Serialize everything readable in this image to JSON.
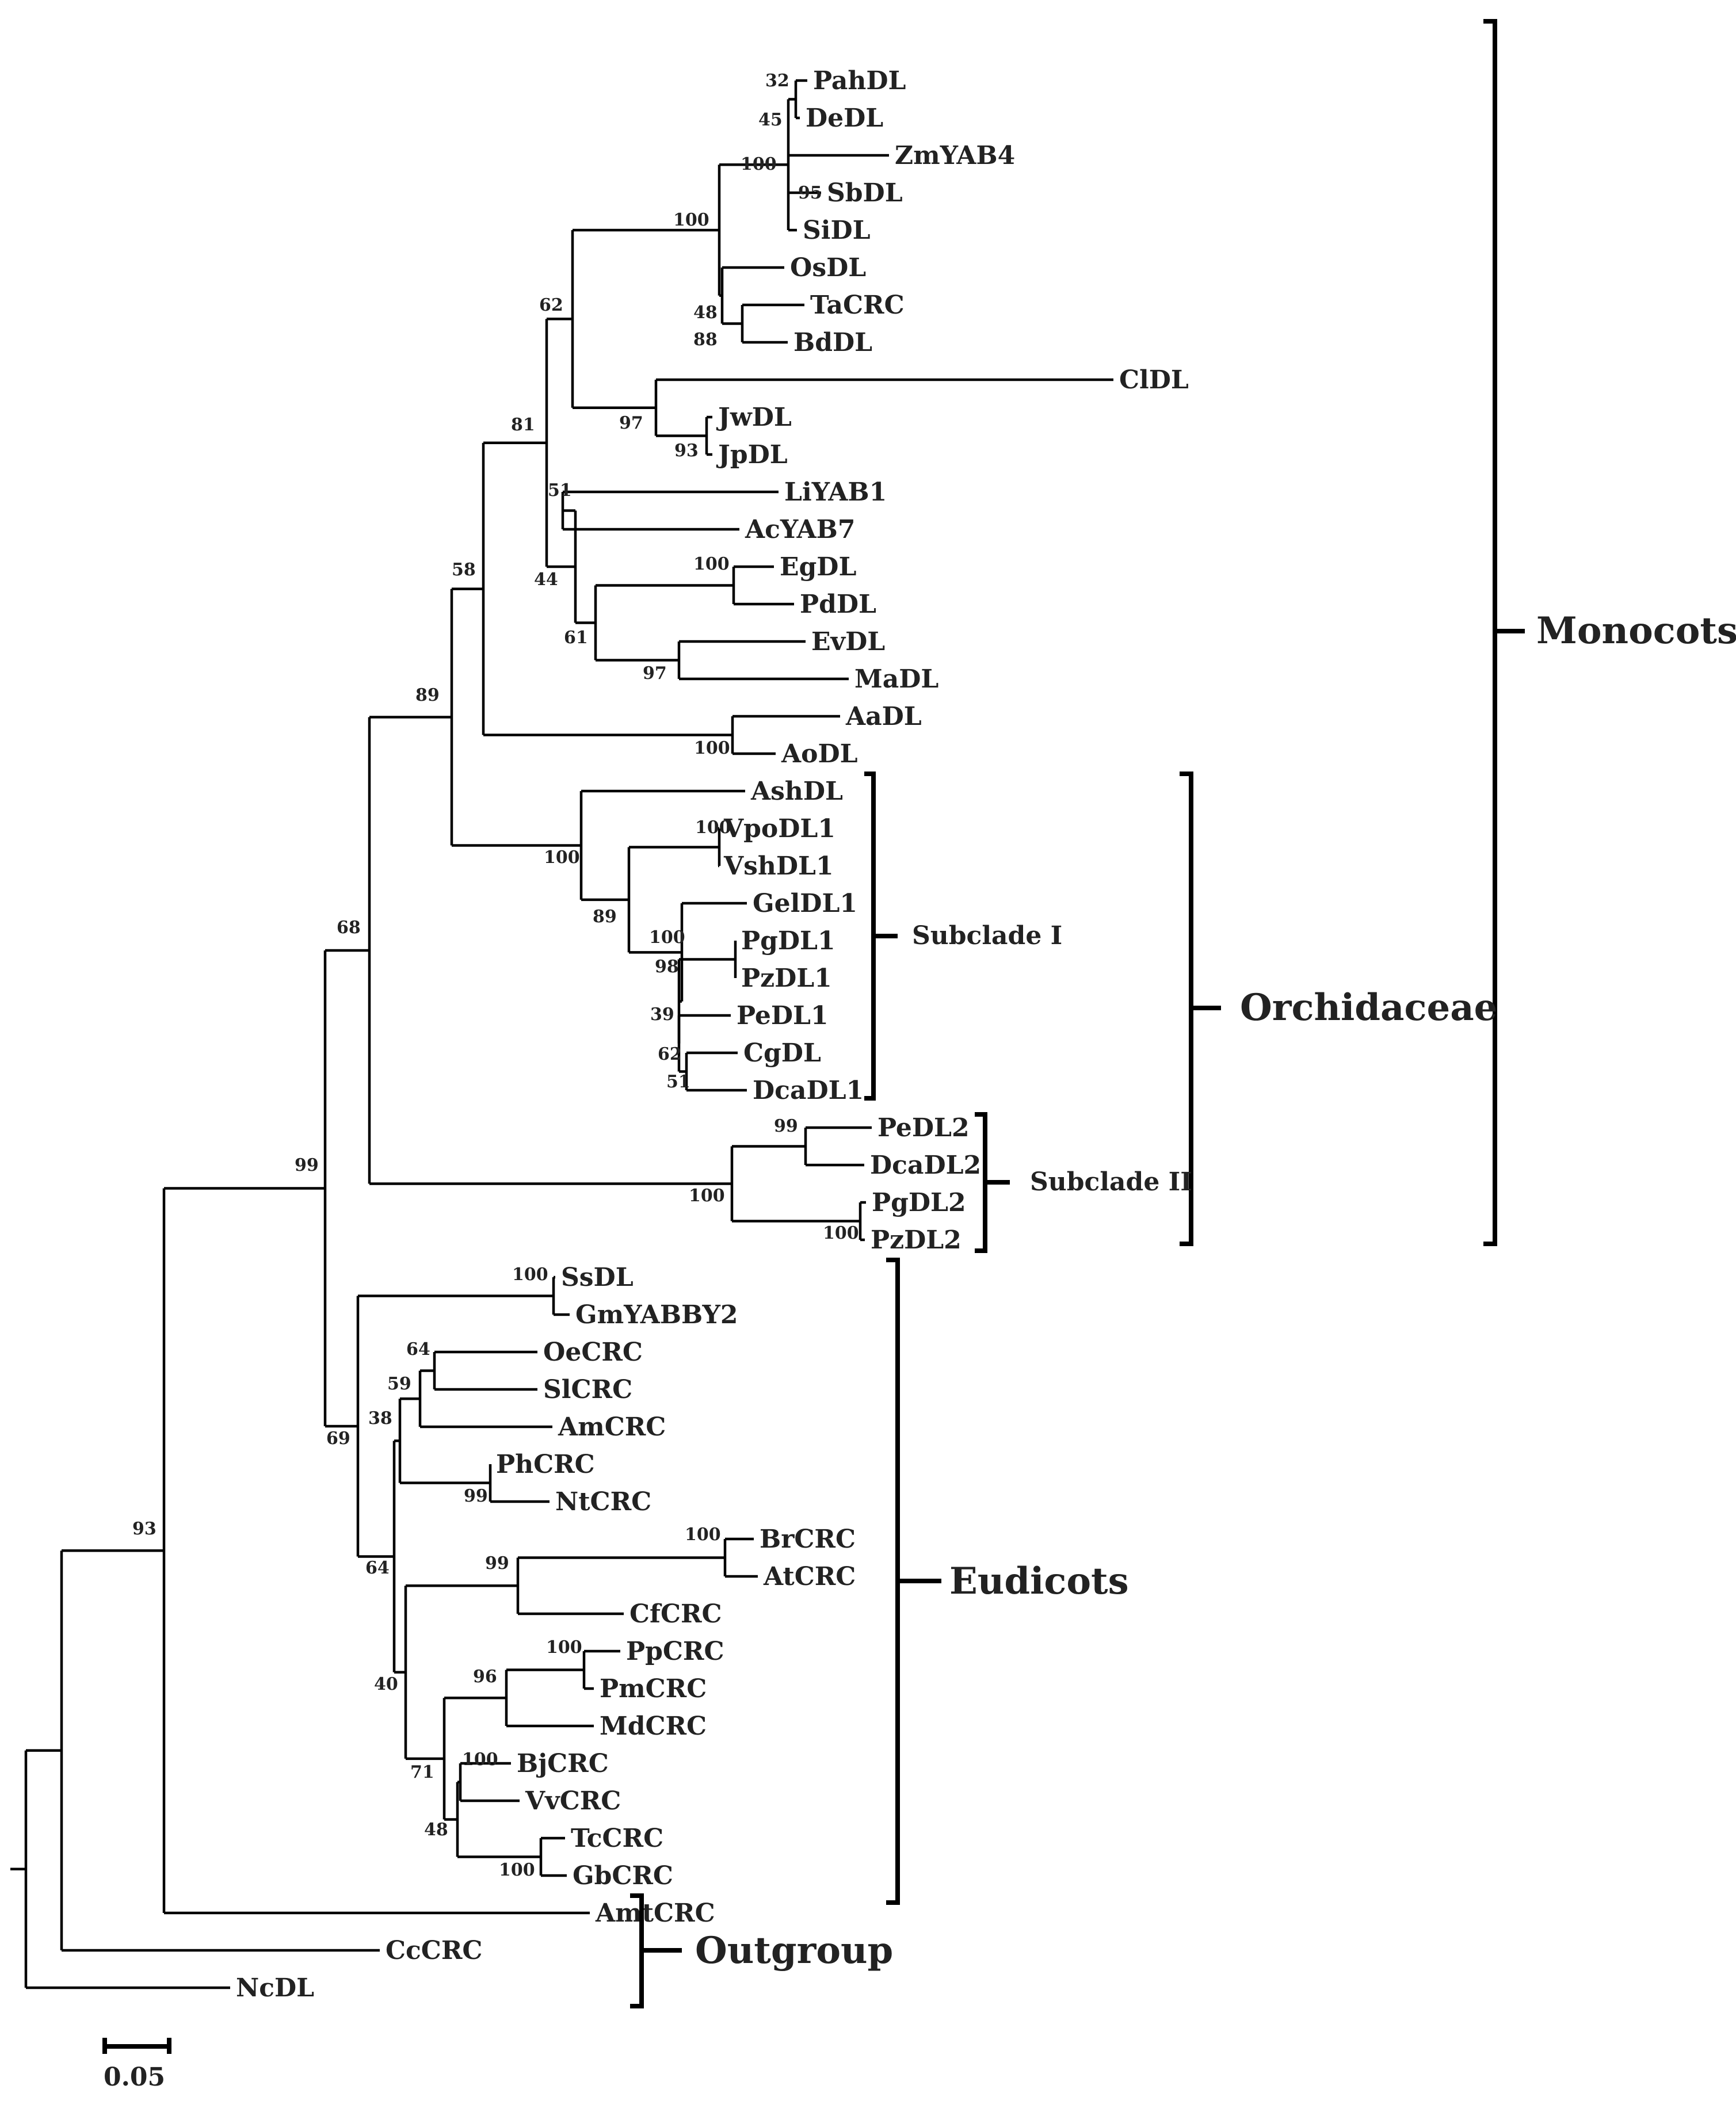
{
  "leaves": [
    "PahDL",
    "DeDL",
    "ZmYAB4",
    "SbDL",
    "SiDL",
    "OsDL",
    "TaCRC",
    "BdDL",
    "ClDL",
    "JwDL",
    "JpDL",
    "LiYAB1",
    "AcYAB7",
    "EgDL",
    "PdDL",
    "EvDL",
    "MaDL",
    "AaDL",
    "AoDL",
    "AshDL",
    "VpoDL1",
    "VshDL1",
    "GelDL1",
    "PgDL1",
    "PzDL1",
    "PeDL1",
    "CgDL",
    "DcaDL1",
    "PeDL2",
    "DcaDL2",
    "PgDL2",
    "PzDL2",
    "SsDL",
    "GmYABBY2",
    "OeCRC",
    "SlCRC",
    "AmCRC",
    "PhCRC",
    "NtCRC",
    "BrCRC",
    "AtCRC",
    "CfCRC",
    "PpCRC",
    "PmCRC",
    "MdCRC",
    "BjCRC",
    "VvCRC",
    "TcCRC",
    "GbCRC",
    "AmtCRC",
    "CcCRC",
    "NcDL"
  ],
  "bootstrap": [
    "32",
    "45",
    "100",
    "95",
    "100",
    "48",
    "88",
    "62",
    "97",
    "93",
    "81",
    "51",
    "100",
    "44",
    "61",
    "97",
    "58",
    "100",
    "89",
    "100",
    "100",
    "89",
    "100",
    "98",
    "39",
    "62",
    "51",
    "68",
    "99",
    "100",
    "100",
    "99",
    "100",
    "64",
    "59",
    "38",
    "99",
    "69",
    "100",
    "99",
    "64",
    "100",
    "96",
    "40",
    "100",
    "71",
    "48",
    "100",
    "93"
  ],
  "clades": {
    "monocots": "Monocots",
    "orchidaceae": "Orchidaceae",
    "eudicots": "Eudicots",
    "outgroup": "Outgroup"
  },
  "subclades": {
    "subclade1": "Subclade I",
    "subclade2": "Subclade II"
  },
  "scale_label": "0.05",
  "scale_value": 0.05
}
